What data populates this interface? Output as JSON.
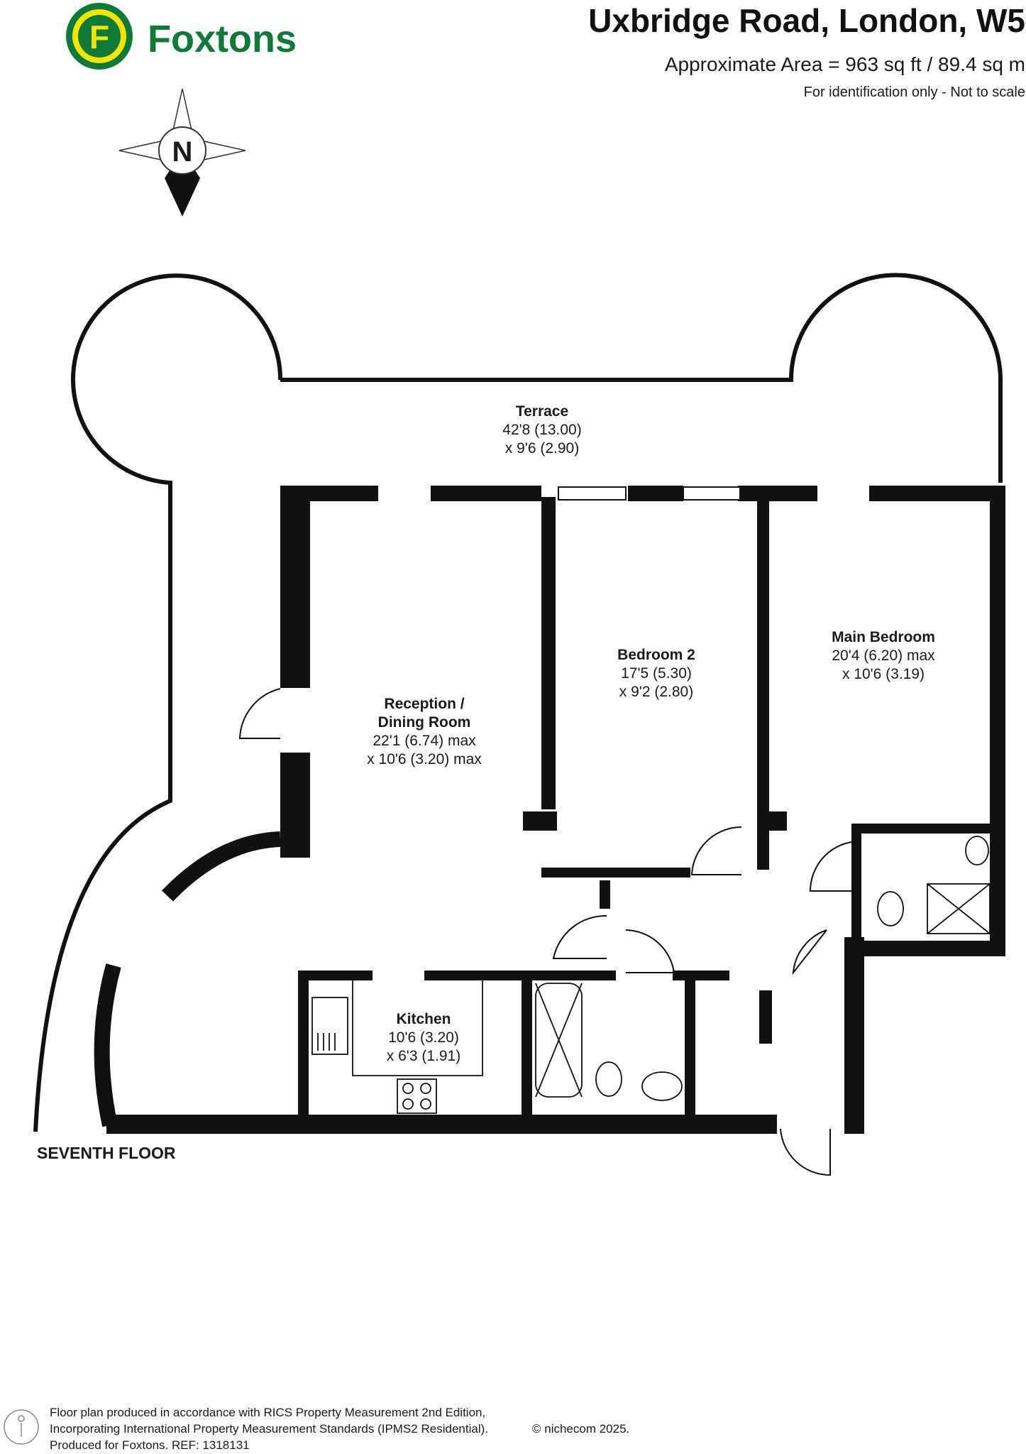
{
  "brand": {
    "name": "Foxtons",
    "logo_letter": "F",
    "colors": {
      "green": "#0d7a3a",
      "yellow": "#f5e400"
    }
  },
  "header": {
    "address": "Uxbridge Road, London, W5",
    "area": "Approximate Area = 963 sq ft / 89.4 sq m",
    "note": "For identification only - Not to scale"
  },
  "compass": {
    "letter": "N"
  },
  "floor_label": "SEVENTH FLOOR",
  "rooms": {
    "terrace": {
      "name": "Terrace",
      "dim1": "42'8 (13.00)",
      "dim2": "x 9'6 (2.90)"
    },
    "bedroom2": {
      "name": "Bedroom 2",
      "dim1": "17'5 (5.30)",
      "dim2": "x 9'2 (2.80)"
    },
    "main_bedroom": {
      "name": "Main Bedroom",
      "dim1": "20'4 (6.20) max",
      "dim2": "x 10'6 (3.19)"
    },
    "reception": {
      "name_line1": "Reception /",
      "name_line2": "Dining Room",
      "dim1": "22'1 (6.74) max",
      "dim2": "x 10'6 (3.20) max"
    },
    "kitchen": {
      "name": "Kitchen",
      "dim1": "10'6 (3.20)",
      "dim2": "x 6'3 (1.91)"
    }
  },
  "footer": {
    "line1": "Floor plan produced in accordance with RICS Property Measurement 2nd Edition,",
    "line2": "Incorporating International Property Measurement Standards (IPMS2 Residential).",
    "copyright": "© nichecom 2025.",
    "line3": "Produced for Foxtons.   REF:  1318131"
  }
}
